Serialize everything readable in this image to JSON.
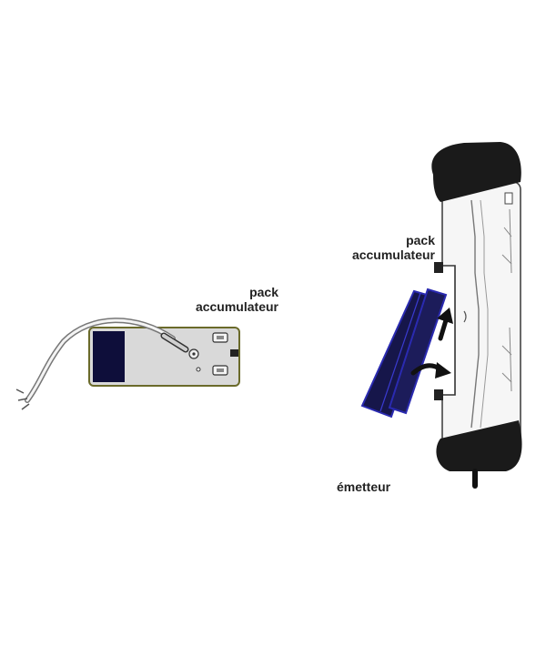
{
  "labels": {
    "left_pack_line1": "pack",
    "left_pack_line2": "accumulateur",
    "right_pack_line1": "pack",
    "right_pack_line2": "accumulateur",
    "emitter": "émetteur"
  },
  "colors": {
    "battery_outline": "#1a1aa0",
    "battery_fill": "#2a2a6a",
    "pack_body": "#d8d8d8",
    "pack_border": "#6a6a2a",
    "cap": "#1a1a1a"
  }
}
